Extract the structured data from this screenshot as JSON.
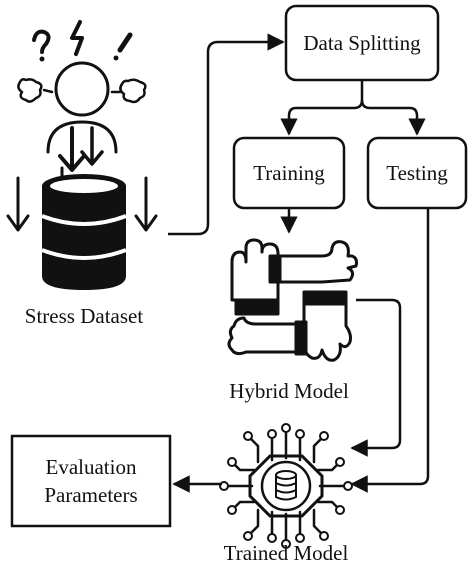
{
  "nodes": {
    "data_splitting": "Data Splitting",
    "training": "Training",
    "testing": "Testing",
    "evaluation_line1": "Evaluation",
    "evaluation_line2": "Parameters"
  },
  "captions": {
    "stress_dataset": "Stress Dataset",
    "hybrid_model": "Hybrid Model",
    "trained_model": "Trained Model"
  },
  "icons": {
    "stressed_person": "stressed-person-icon",
    "database": "database-icon",
    "teamwork_hands": "teamwork-hands-icon",
    "circuit_chip": "circuit-chip-database-icon"
  },
  "colors": {
    "ink": "#111111",
    "background": "#ffffff"
  }
}
